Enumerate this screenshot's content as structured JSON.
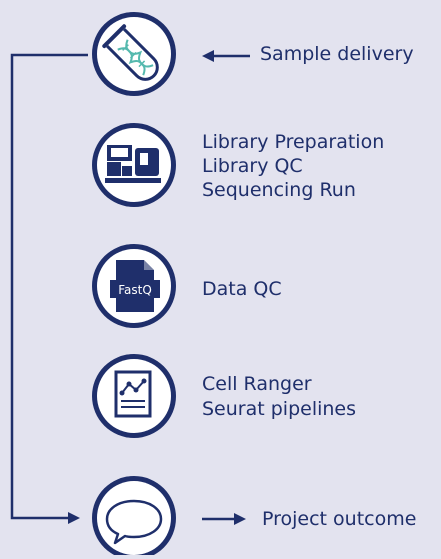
{
  "steps": [
    {
      "icon": "test-tube-dna-icon",
      "lines": [
        "Sample delivery"
      ]
    },
    {
      "icon": "sequencer-instrument-icon",
      "lines": [
        "Library Preparation",
        "Library QC",
        "Sequencing Run"
      ]
    },
    {
      "icon": "fastq-file-icon",
      "icon_text": "FastQ",
      "lines": [
        "Data QC"
      ]
    },
    {
      "icon": "analysis-report-icon",
      "lines": [
        "Cell Ranger",
        "Seurat pipelines"
      ]
    },
    {
      "icon": "speech-bubble-icon",
      "lines": [
        "Project outcome"
      ]
    }
  ],
  "colors": {
    "navy": "#1f2f6b",
    "teal": "#55b9ae",
    "background": "#e3e3ef"
  }
}
